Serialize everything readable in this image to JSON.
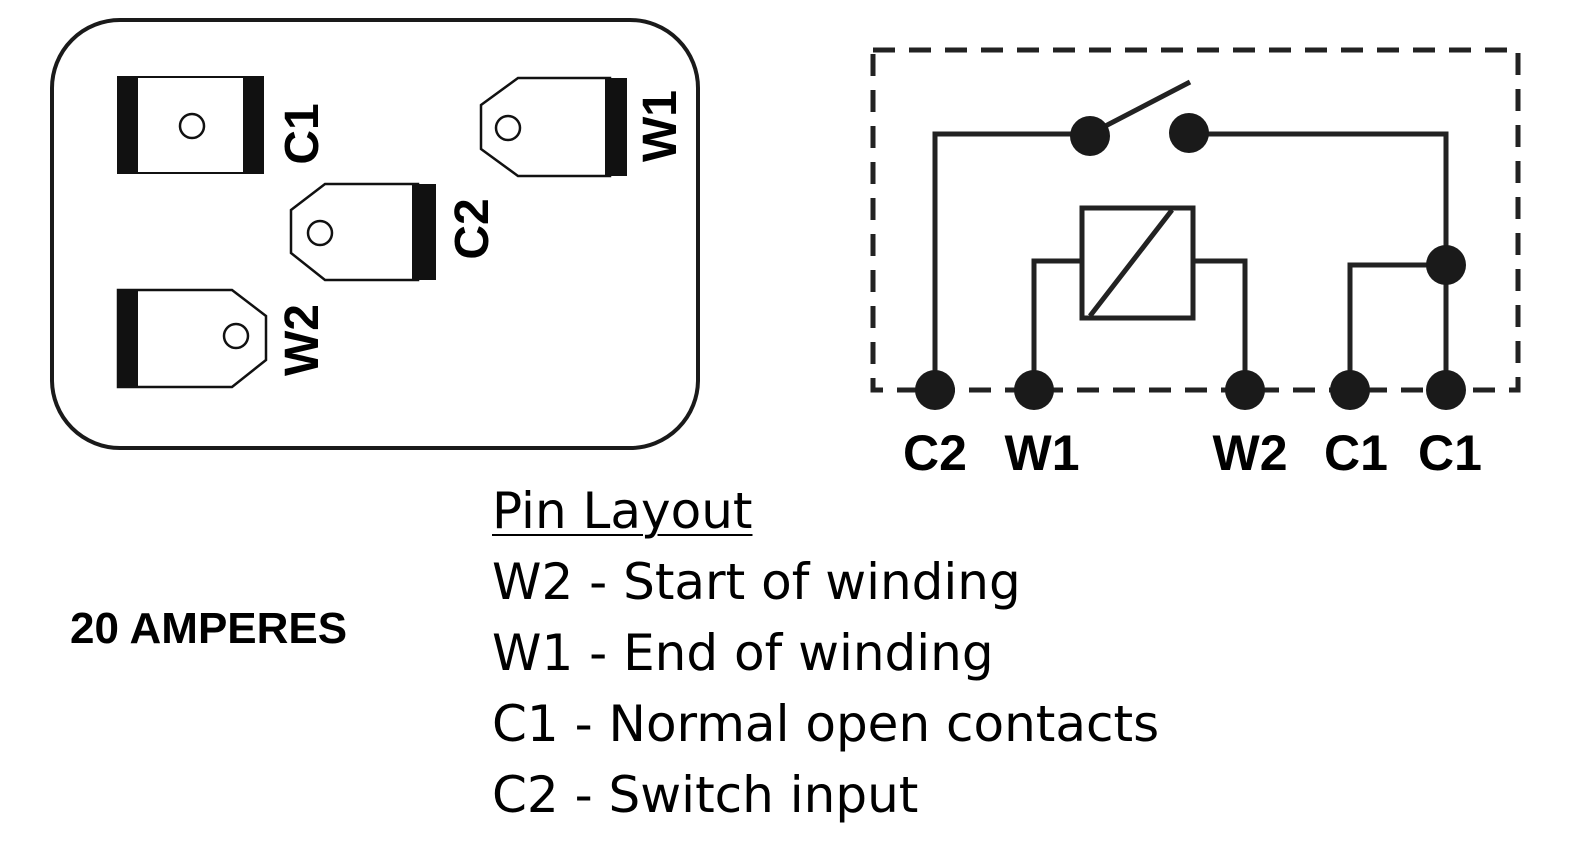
{
  "socket": {
    "pins": [
      {
        "id": "c1",
        "label": "C1"
      },
      {
        "id": "w1",
        "label": "W1"
      },
      {
        "id": "c2",
        "label": "C2"
      },
      {
        "id": "w2",
        "label": "W2"
      }
    ]
  },
  "schematic": {
    "terminals": [
      "C2",
      "W1",
      "W2",
      "C1",
      "C1"
    ]
  },
  "rating": "20 AMPERES",
  "legend": {
    "title": "Pin Layout",
    "items": [
      "W2 - Start of winding",
      "W1 - End of winding",
      "C1 - Normal open contacts",
      "C2 - Switch input"
    ]
  }
}
